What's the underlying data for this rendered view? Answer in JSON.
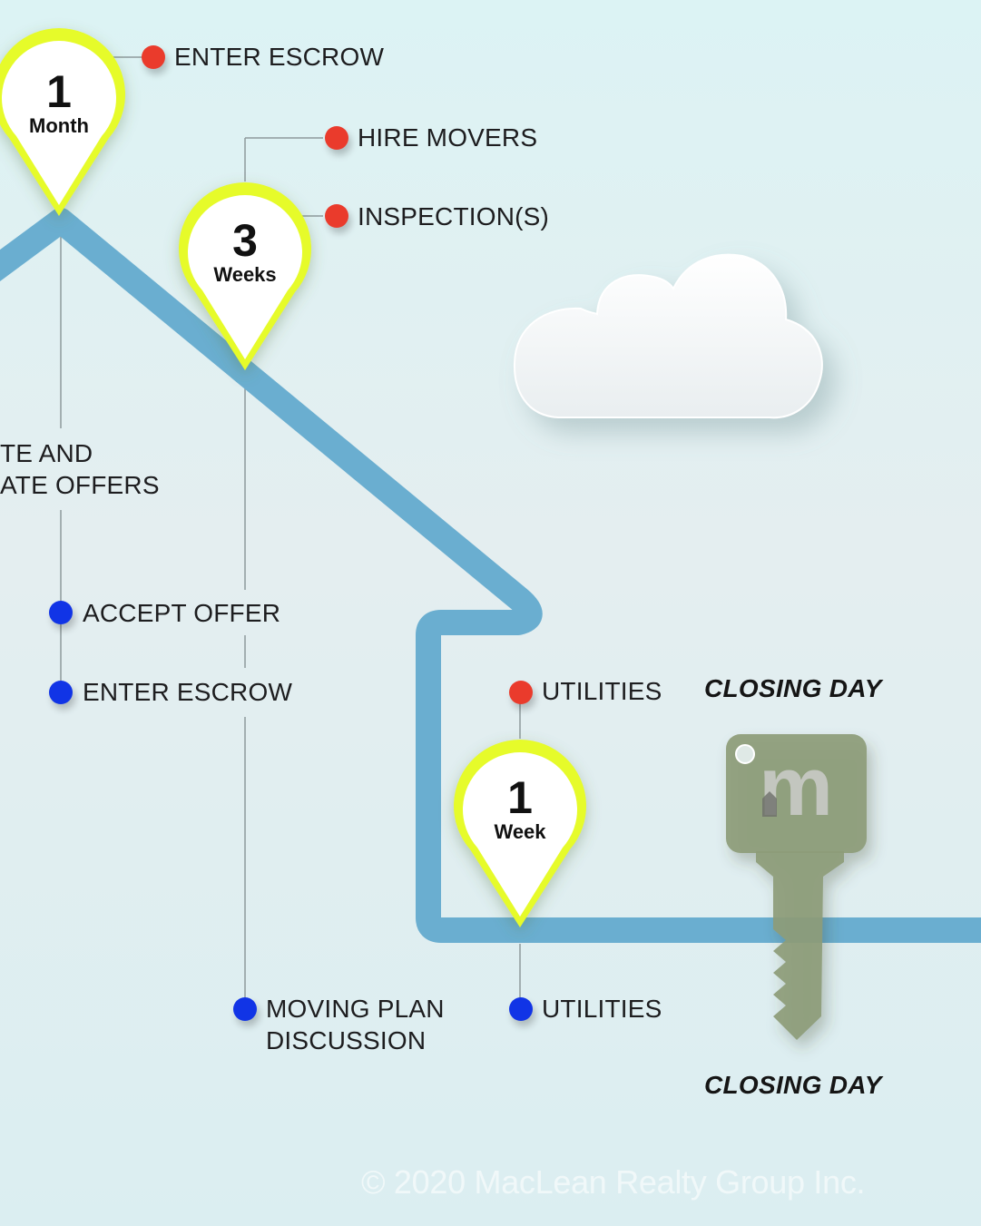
{
  "milestones": {
    "month": {
      "number": "1",
      "unit": "Month"
    },
    "three_weeks": {
      "number": "3",
      "unit": "Weeks"
    },
    "week": {
      "number": "1",
      "unit": "Week"
    }
  },
  "seller_tasks": {
    "enter_escrow_top": "ENTER ESCROW",
    "hire_movers": "HIRE MOVERS",
    "inspections": "INSPECTION(S)",
    "utilities_top": "UTILITIES"
  },
  "buyer_tasks": {
    "review_offers_line1": "TE AND",
    "review_offers_line2": "ATE OFFERS",
    "accept_offer": "ACCEPT OFFER",
    "enter_escrow": "ENTER ESCROW",
    "moving_plan_line1": "MOVING PLAN",
    "moving_plan_line2": "DISCUSSION",
    "utilities_bottom": "UTILITIES"
  },
  "closing_day_top": "CLOSING DAY",
  "closing_day_bottom": "CLOSING DAY",
  "logo_letter": "m",
  "copyright": "© 2020 MacLean Realty Group Inc.",
  "colors": {
    "house_line": "#6aaed0",
    "pin_ring": "#e6fb2a",
    "dot_red": "#ea3b2c",
    "dot_blue": "#1134e6",
    "key": "#8d9c78"
  }
}
